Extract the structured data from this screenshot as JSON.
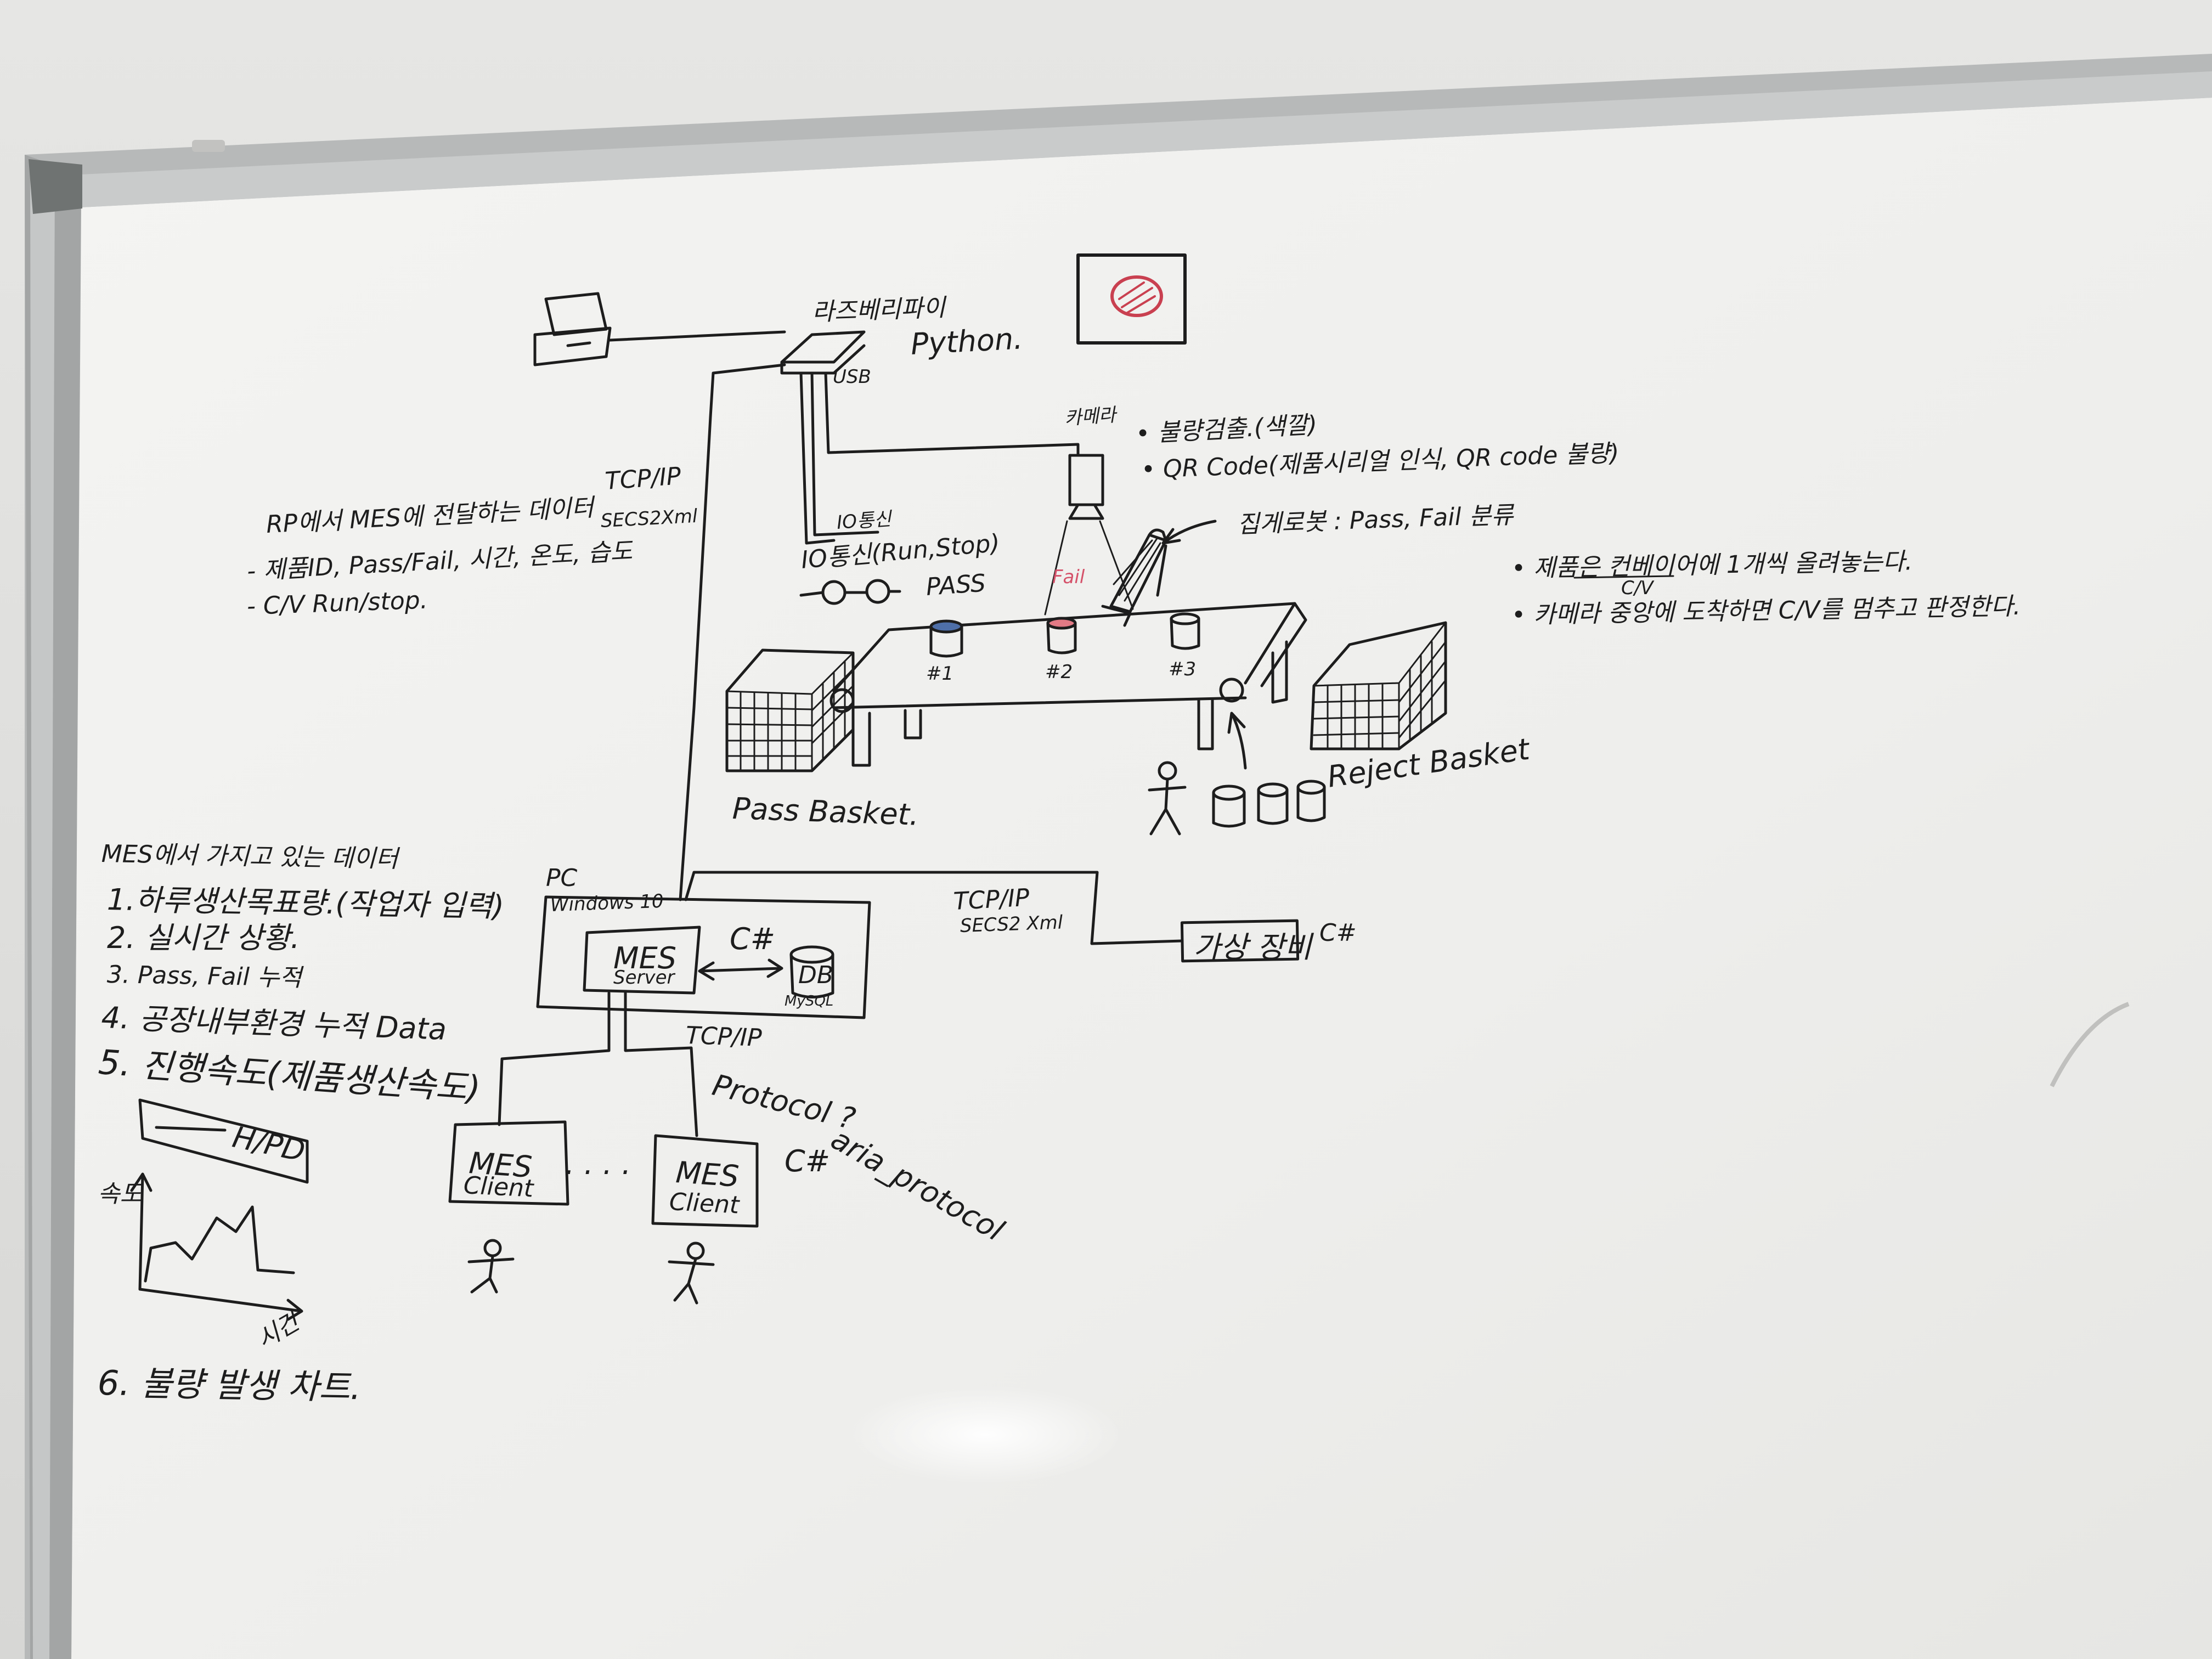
{
  "board": {
    "raspberry_pi": "라즈베리파이",
    "python": "Python.",
    "usb": "USB",
    "camera": "카메라",
    "camera_notes": [
      "• 불량검출.(색깔)",
      "• QR Code(제품시리얼 인식, QR code 불량)"
    ],
    "robot": "집게로봇 : Pass, Fail 분류",
    "tcp_ip_top": "TCP/IP",
    "secs_top": "SECS2Xml",
    "io_label": "IO통신",
    "io_run_stop": "IO통신(Run,Stop)",
    "pass_label": "PASS",
    "fail_label": "Fail",
    "item_labels": [
      "#1",
      "#2",
      "#3"
    ],
    "pass_basket": "Pass Basket.",
    "reject_basket": "Reject Basket",
    "rp_header": "RP에서 MES에 전달하는 데이터",
    "rp_items": [
      "- 제품ID, Pass/Fail, 시간, 온도, 습도",
      "- C/V Run/stop."
    ],
    "right_notes": [
      "• 제품은 컨베이어에 1개씩 올려놓는다.",
      "• 카메라 중앙에 도착하면 C/V를 멈추고 판정한다."
    ],
    "cv_abbrev": "C/V",
    "mes_header": "MES에서 가지고 있는 데이터",
    "mes_items": [
      "1.하루생산목표량.(작업자 입력)",
      "2. 실시간 상황.",
      "3. Pass, Fail 누적",
      "4. 공장내부환경 누적 Data",
      "5. 진행속도(제품생산속도)",
      "6. 불량 발생 차트."
    ],
    "hp_label": "H/PD",
    "speed_axis": "속도",
    "time_axis": "시간",
    "pc": "PC",
    "windows": "Windows 10",
    "mes_server_1": "MES",
    "mes_server_2": "Server",
    "csharp": "C#",
    "db": "DB",
    "mysql": "MySQL",
    "tcp_ip_mid": "TCP/IP",
    "secs_mid": "SECS2 Xml",
    "virtual_device": "가상 장비",
    "csharp_device": "C#",
    "tcp_ip_low": "TCP/IP",
    "protocol_q": "Protocol ?",
    "aria_protocol": "aria_protocol",
    "mes_client_1a": "MES",
    "mes_client_1b": "Client",
    "ellipsis": ". . . .",
    "mes_client_2a": "MES",
    "mes_client_2b": "Client",
    "csharp_client": "C#"
  },
  "colors": {
    "ink": "#1d1d1d",
    "fail_red": "#d5526a",
    "board": "#f1f1ef",
    "frame": "#a9abab"
  }
}
